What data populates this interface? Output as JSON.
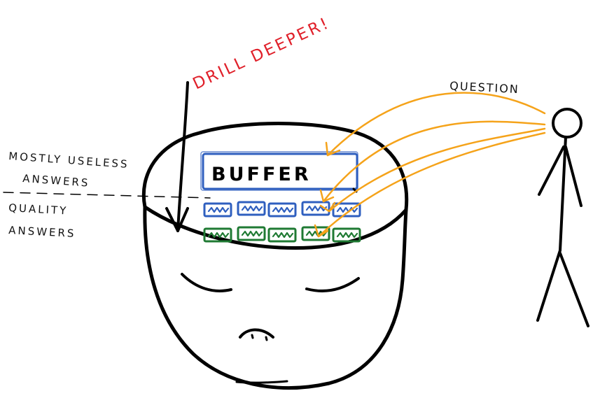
{
  "labels": {
    "drill": "DRILL DEEPER!",
    "question": "QUESTION",
    "buffer": "BUFFER",
    "useless_line1": "MOSTLY USELESS",
    "useless_line2": "ANSWERS",
    "quality_line1": "QUALITY",
    "quality_line2": "ANSWERS"
  },
  "colors": {
    "ink": "#000000",
    "red": "#e0202a",
    "orange": "#f5a31a",
    "blue": "#2f5fbf",
    "green": "#1f7a33"
  },
  "shelves": {
    "useless_count": 5,
    "quality_count": 5
  }
}
